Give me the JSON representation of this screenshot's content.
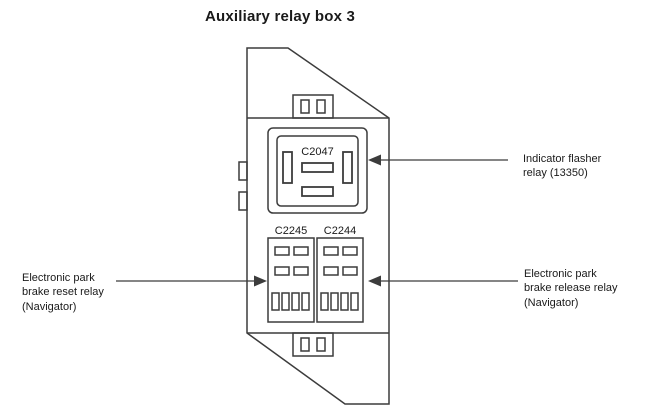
{
  "title": "Auxiliary relay box 3",
  "connectors": {
    "c2047": "C2047",
    "c2245": "C2245",
    "c2244": "C2244"
  },
  "callouts": {
    "indicator_flasher": "Indicator flasher relay (13350)",
    "park_brake_reset": "Electronic park brake reset relay (Navigator)",
    "park_brake_release": "Electronic park brake release relay (Navigator)"
  },
  "colors": {
    "line": "#3c3c3c",
    "text": "#1a1a1a",
    "background": "#ffffff"
  }
}
